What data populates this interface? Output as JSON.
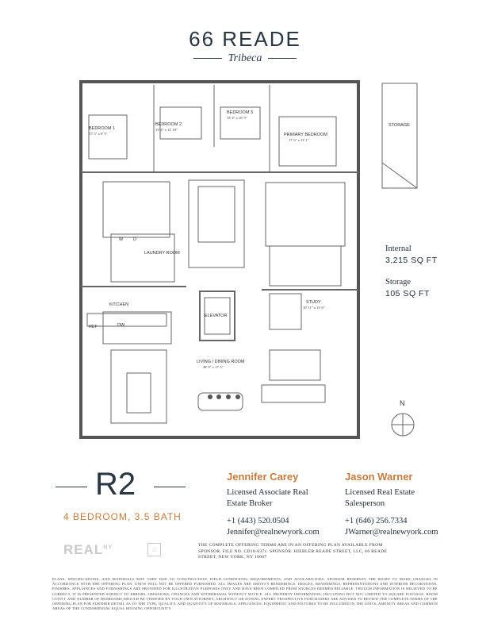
{
  "header": {
    "title": "66 READE",
    "subtitle": "Tribeca"
  },
  "floorplan": {
    "rooms": {
      "bedroom1": {
        "name": "BEDROOM 1",
        "dims": "17' 3\" x 9' 5\""
      },
      "bedroom2": {
        "name": "BEDROOM 2",
        "dims": "13' 4\" x 12' 10\""
      },
      "bedroom3": {
        "name": "BEDROOM 3",
        "dims": "13' 4\" x 10' 9\""
      },
      "primary": {
        "name": "PRIMARY BEDROOM",
        "dims": "17' 6\" x 13' 1\""
      },
      "storage": {
        "name": "STORAGE"
      },
      "laundry": {
        "name": "LAUNDRY ROOM"
      },
      "w": "W",
      "d": "D",
      "kitchen": {
        "name": "KITCHEN"
      },
      "dw": "DW",
      "ref": "REF",
      "elevator": {
        "name": "ELEVATOR"
      },
      "study": {
        "name": "STUDY",
        "dims": "10' 11\" x 13' 6\""
      },
      "living": {
        "name": "LIVING / DINING ROOM",
        "dims": "48' 9\" x 17' 5\""
      }
    },
    "compass": "N"
  },
  "stats": {
    "internal_label": "Internal",
    "internal_value": "3,215 SQ FT",
    "storage_label": "Storage",
    "storage_value": "105 SQ FT"
  },
  "unit": {
    "label": "R2",
    "bedrooms": "4 BEDROOM, 3.5 BATH"
  },
  "agents": [
    {
      "name": "Jennifer Carey",
      "title_line1": "Licensed Associate Real",
      "title_line2": "Estate Broker",
      "phone": "+1 (443) 520.0504",
      "email": "Jennifer@realnewyork.com"
    },
    {
      "name": "Jason Warner",
      "title_line1": "Licensed Real Estate",
      "title_line2": "Salesperson",
      "phone": "+1 (646) 256.7334",
      "email": "JWarner@realnewyork.com"
    }
  ],
  "footer": {
    "logo": "REAL",
    "logo_sup": "NY",
    "eho_icon": "equal-housing-icon",
    "offering_text": "The complete offering terms are in an offering plan available from sponsor. File No. CD18-0371. Sponsor: Hiebler Reade Street, LLC, 66 Reade Street, New York, NY 10007",
    "disclaimer": "Plans, specifications, and materials may vary due to construction, field conditions, requirements, and availabilities. Sponsor reserves the right to make changes in accordance with the offering plan. Units will not be offered furnished. All images are artist's renderings. Images, renderings, representations and interior decorations, finishes, appliances and furnishings are provided for illustrative purposes only and have been compiled from sources deemed reliable. Though information is believed to be correct, it is presented subject to errors, omissions, changes and withdrawal without notice. All property information, including but not limited to square footage, room count, and number of bedrooms should be verified by your own attorney, architect or zoning expert. Prospective purchasers are advised to review the complete terms of the offering plan for further detail as to the type, quality, and quantity of materials, appliances, equipment, and fixtures to be included in the units, amenity areas and common areas of the condominium. Equal housing opportunity."
  }
}
